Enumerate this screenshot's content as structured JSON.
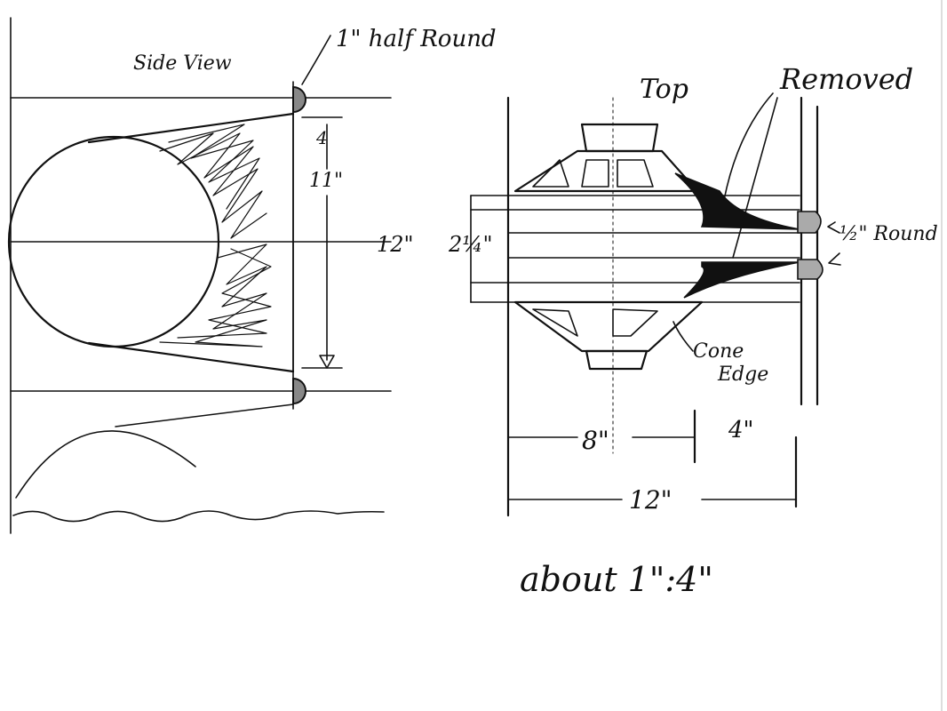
{
  "labels": {
    "side_view": "Side View",
    "half_round": "1\" half Round",
    "top": "Top",
    "removed": "Removed",
    "half_inch_round": "½\" Round",
    "dim_11": "11\"",
    "dim_11_top": "4",
    "dim_12": "12\"",
    "dim_2_quarter": "2¼\"",
    "cone_edge_1": "Cone",
    "cone_edge_2": "Edge",
    "dim_8": "8\"",
    "dim_4": "4\"",
    "dim_12_bottom": "12\"",
    "scale": "about 1\":4\""
  },
  "colors": {
    "ink": "#111111",
    "shade": "#888888"
  }
}
